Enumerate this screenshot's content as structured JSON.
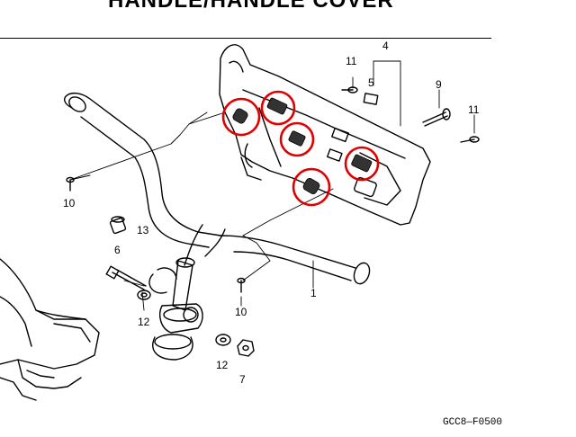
{
  "page": {
    "title": "HANDLE/HANDLE  COVER",
    "diagram_code": "GCC8—F0500"
  },
  "callouts": {
    "c1": "1",
    "c4": "4",
    "c5": "5",
    "c6": "6",
    "c7": "7",
    "c9": "9",
    "c10a": "10",
    "c10b": "10",
    "c11a": "11",
    "c11b": "11",
    "c12a": "12",
    "c12b": "12",
    "c13": "13"
  },
  "highlight": {
    "color": "#e00000",
    "count": 5
  }
}
